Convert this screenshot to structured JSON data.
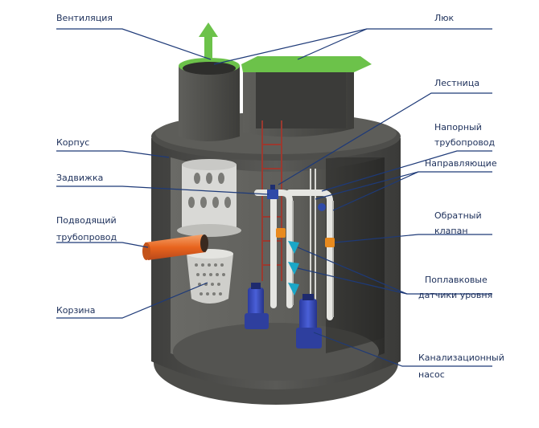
{
  "labels": {
    "ventilation": "Вентиляция",
    "hatch": "Люк",
    "ladder": "Лестница",
    "pressure_pipe_1": "Напорный",
    "pressure_pipe_2": "трубопровод",
    "guides": "Направляющие",
    "check_valve_1": "Обратный",
    "check_valve_2": "клапан",
    "float_sensors_1": "Поплавковые",
    "float_sensors_2": "датчики уровня",
    "sewage_pump_1": "Канализационный",
    "sewage_pump_2": "насос",
    "body": "Корпус",
    "gate_valve": "Задвижка",
    "inlet_pipe_1": "Подводящий",
    "inlet_pipe_2": "трубопровод",
    "basket": "Корзина"
  },
  "colors": {
    "label_text": "#1c2f5a",
    "leader_line": "#1e3a78",
    "body_concrete": "#4a4a48",
    "lid_green": "#6cc24a",
    "pump_blue": "#3a4fc0",
    "inlet_orange": "#e8641e",
    "pipe_white": "#e6e6e6",
    "valve_orange": "#e88a1e",
    "sensor_teal": "#1aa7c8"
  }
}
